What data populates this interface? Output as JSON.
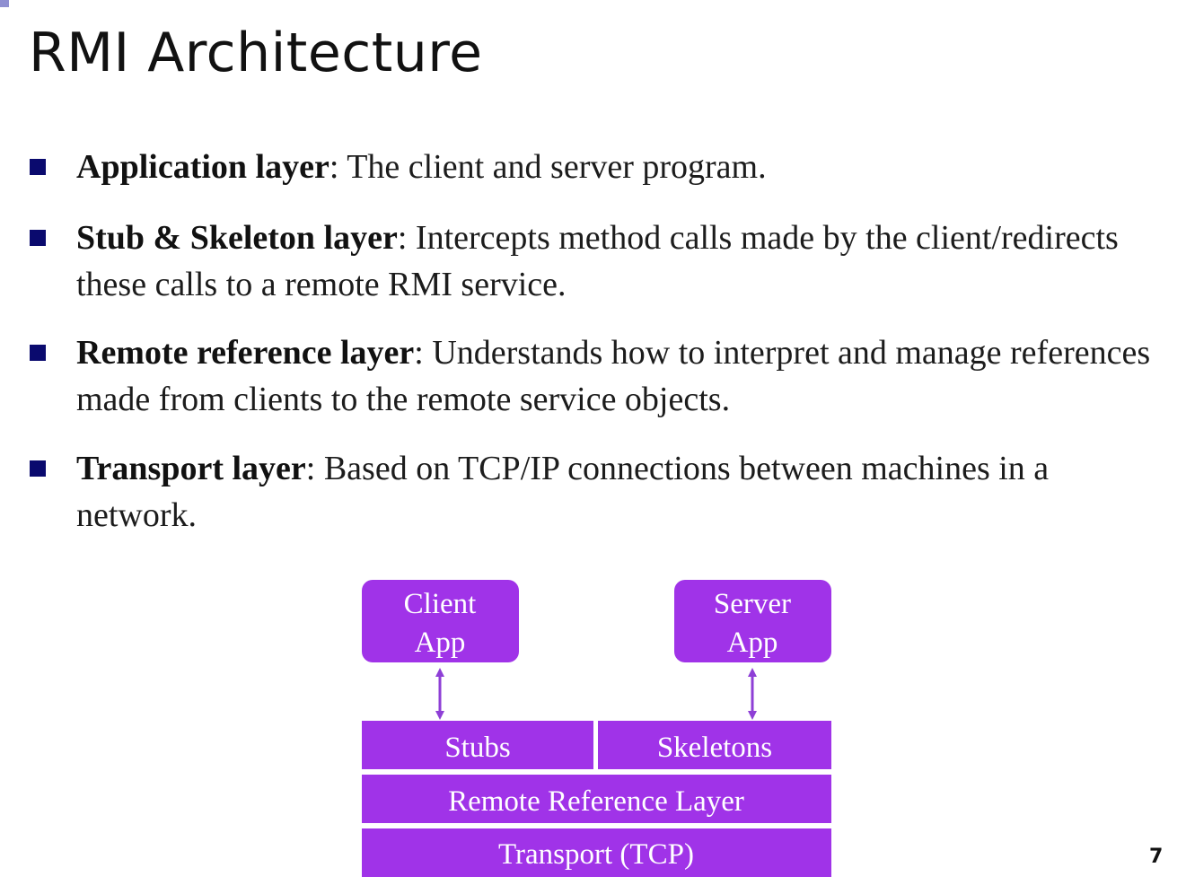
{
  "slide": {
    "title": "RMI Architecture",
    "page_number": "7"
  },
  "bullets": [
    {
      "term": "Application layer",
      "text": ": The client and server program."
    },
    {
      "term": "Stub & Skeleton layer",
      "text": ": Intercepts method calls made by the client/redirects these calls to a remote RMI service."
    },
    {
      "term": "Remote reference layer",
      "text": ": Understands how to interpret and manage references made from clients to the remote service objects."
    },
    {
      "term": "Transport layer",
      "text": ": Based on TCP/IP connections between machines in a network."
    }
  ],
  "diagram": {
    "box_color": "#a033e8",
    "arrow_color": "#8e3fd6",
    "client_app": {
      "line1": "Client",
      "line2": "App"
    },
    "server_app": {
      "line1": "Server",
      "line2": "App"
    },
    "stubs": "Stubs",
    "skeletons": "Skeletons",
    "remote_reference_layer": "Remote Reference Layer",
    "transport": "Transport (TCP)"
  }
}
